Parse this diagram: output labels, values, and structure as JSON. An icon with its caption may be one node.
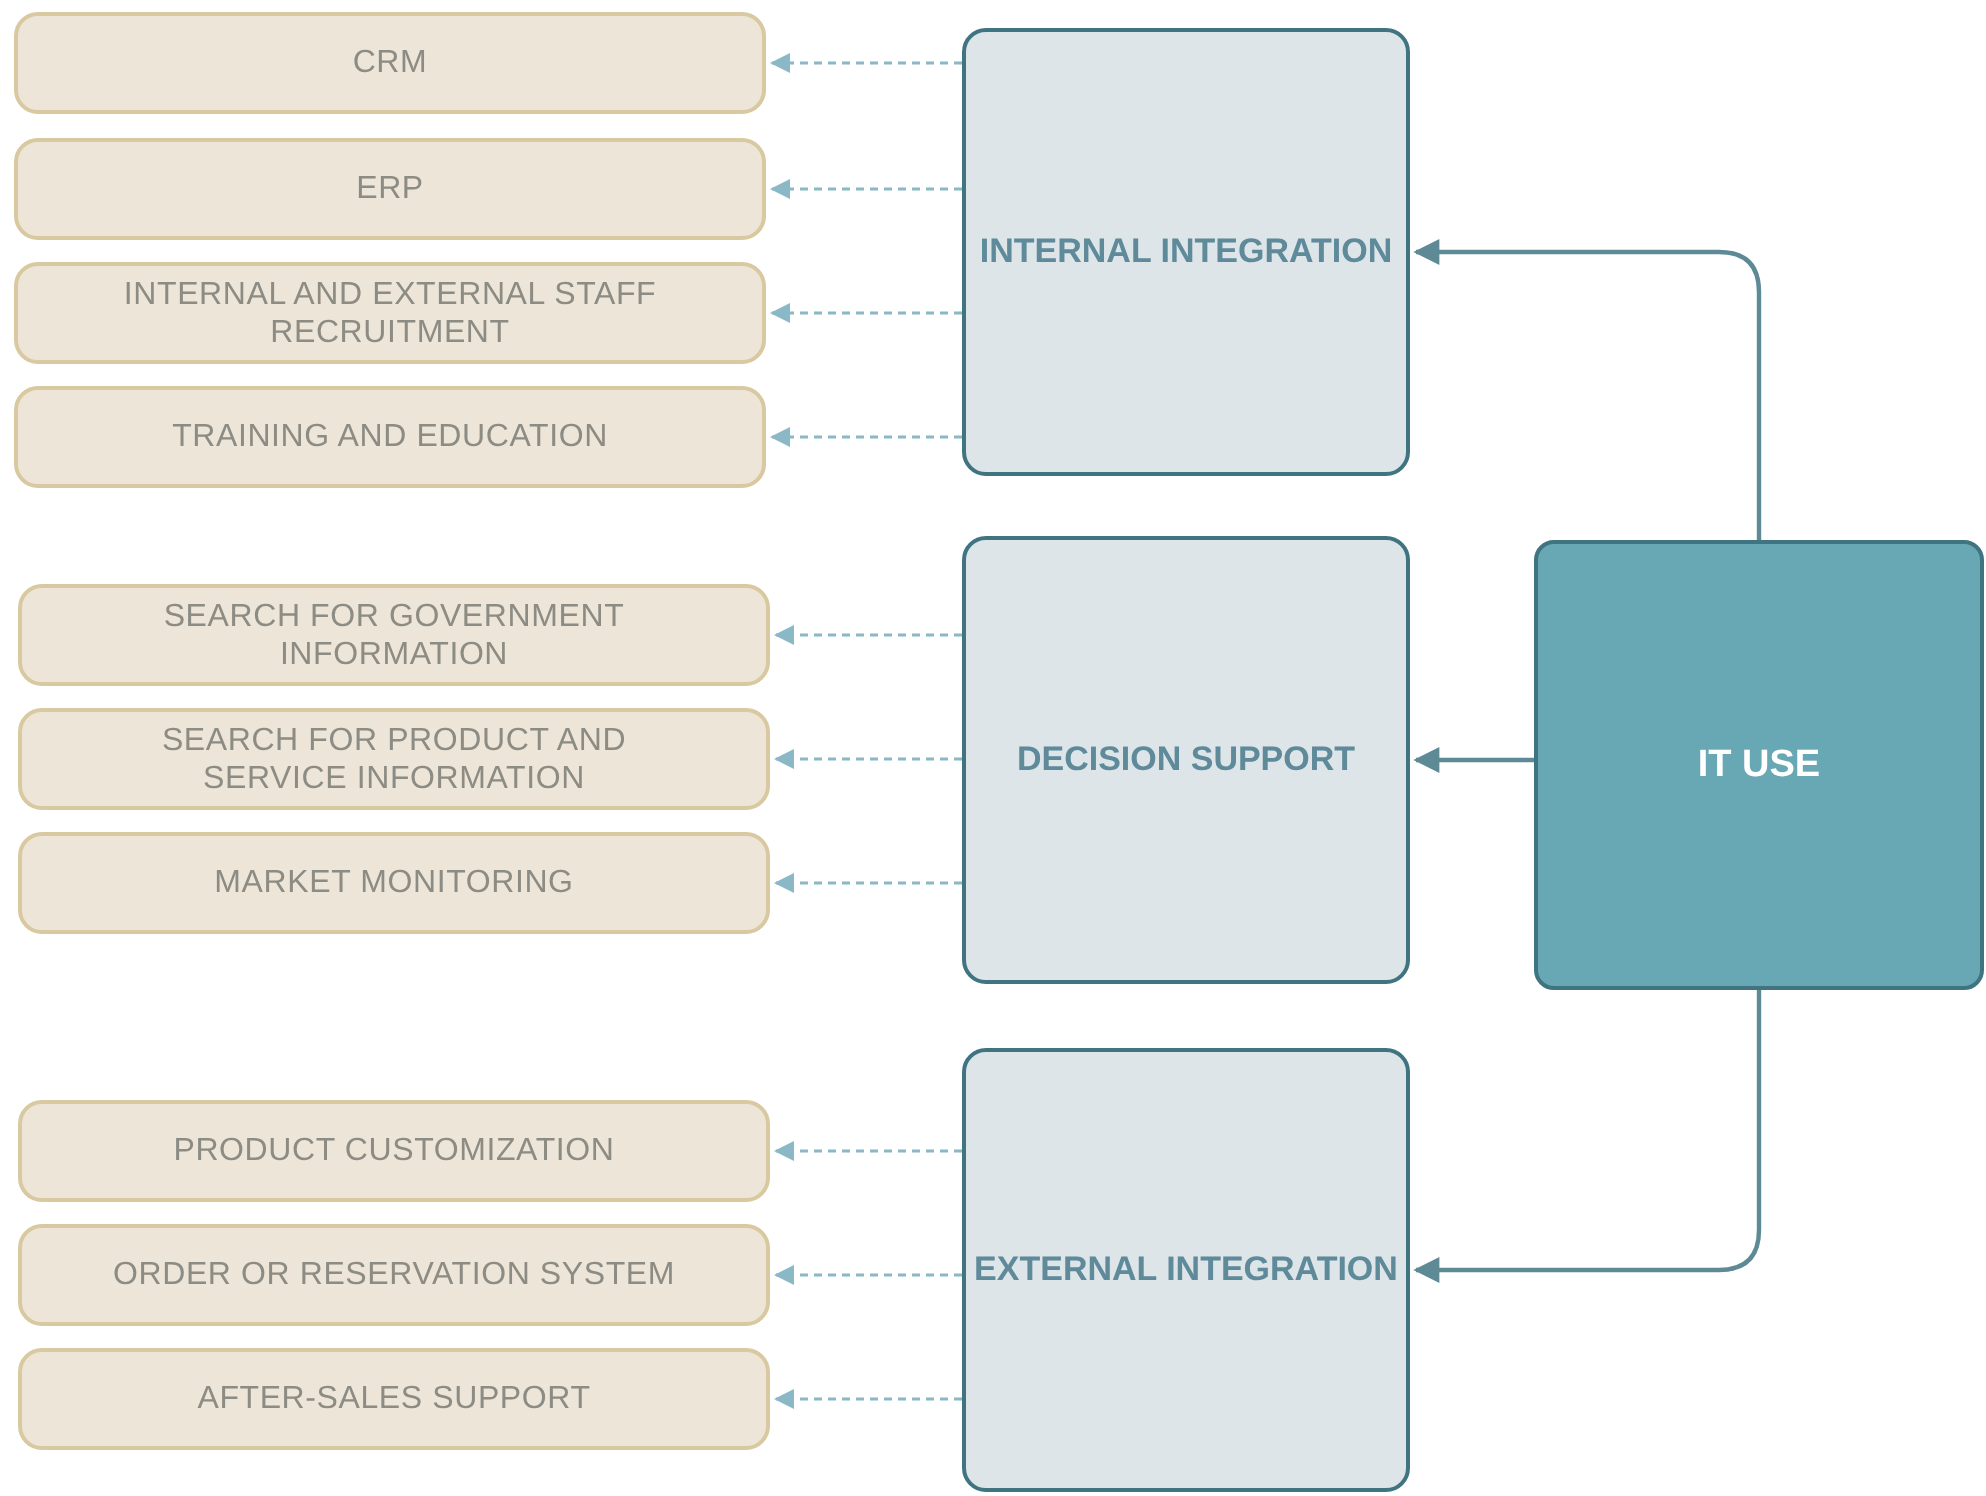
{
  "diagram": {
    "nodes": [
      {
        "text": [
          "CRM"
        ]
      },
      {
        "text": [
          "ERP"
        ]
      },
      {
        "text": [
          "INTERNAL AND EXTERNAL STAFF RECRUITMENT"
        ]
      },
      {
        "text": [
          "TRAINING AND EDUCATION"
        ]
      },
      {
        "text": [
          "INTERNAL INTEGRATION"
        ]
      },
      {
        "text": [
          "SEARCH FOR GOVERNMENT INFORMATION"
        ]
      },
      {
        "text": [
          "SEARCH FOR PRODUCT AND SERVICE INFORMATION"
        ]
      },
      {
        "text": [
          "MARKET MONITORING"
        ]
      },
      {
        "text": [
          "DECISION SUPPORT"
        ]
      },
      {
        "text": [
          "PRODUCT CUSTOMIZATION"
        ]
      },
      {
        "text": [
          "ORDER OR RESERVATION SYSTEM"
        ]
      },
      {
        "text": [
          "AFTER-SALES SUPPORT"
        ]
      },
      {
        "text": [
          "EXTERNAL INTEGRATION"
        ]
      },
      {
        "text": [
          "IT USE"
        ]
      }
    ],
    "edges": [
      {
        "from": 13,
        "to": 4,
        "arrow": "to",
        "color": "#5e8a96"
      },
      {
        "from": 13,
        "to": 8,
        "arrow": "to",
        "color": "#5e8a96"
      },
      {
        "from": 13,
        "to": 12,
        "arrow": "to",
        "color": "#5e8a96"
      },
      {
        "from": 4,
        "to": 0,
        "arrow": "to",
        "style": "dashed"
      },
      {
        "from": 4,
        "to": 1,
        "arrow": "to",
        "style": "dashed"
      },
      {
        "from": 4,
        "to": 2,
        "arrow": "to",
        "style": "dashed"
      },
      {
        "from": 4,
        "to": 3,
        "arrow": "to",
        "style": "dashed"
      },
      {
        "from": 8,
        "to": 5,
        "arrow": "to",
        "style": "dashed"
      },
      {
        "from": 8,
        "to": 6,
        "arrow": "to",
        "style": "dashed"
      },
      {
        "from": 8,
        "to": 7,
        "arrow": "to",
        "style": "dashed"
      },
      {
        "from": 12,
        "to": 9,
        "arrow": "to",
        "style": "dashed"
      },
      {
        "from": 12,
        "to": 10,
        "arrow": "to",
        "style": "dashed"
      },
      {
        "from": 12,
        "to": 11,
        "arrow": "to",
        "style": "dashed"
      }
    ]
  }
}
